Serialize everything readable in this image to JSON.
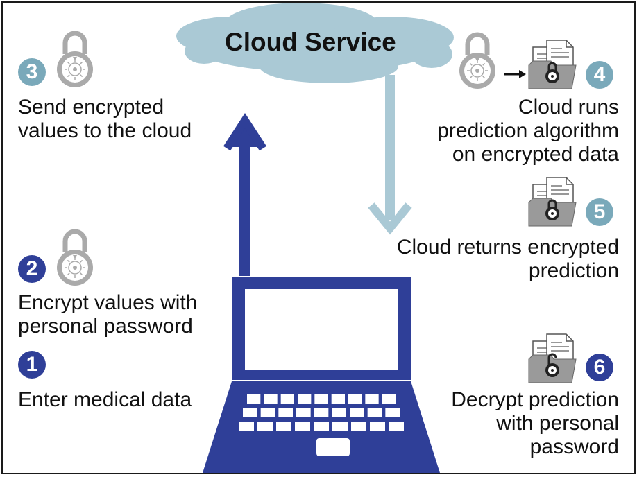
{
  "title": "Cloud Service",
  "colors": {
    "dark_blue": "#2f3f98",
    "light_blue": "#aac9d5",
    "badge_light": "#7aa9ba",
    "lock_gray": "#aaaaaa",
    "folder_gray": "#9a9a9a"
  },
  "icons": [
    "cloud-icon",
    "padlock-icon",
    "encrypted-file-icon",
    "decrypted-file-icon",
    "laptop-icon",
    "up-arrow-icon",
    "down-arrow-icon",
    "right-arrow-icon"
  ],
  "steps": [
    {
      "number": "1",
      "lines": [
        "Enter medical data"
      ]
    },
    {
      "number": "2",
      "lines": [
        "Encrypt values with",
        "personal password"
      ]
    },
    {
      "number": "3",
      "lines": [
        "Send encrypted",
        "values to the cloud"
      ]
    },
    {
      "number": "4",
      "lines": [
        "Cloud runs",
        "prediction algorithm",
        "on encrypted data"
      ]
    },
    {
      "number": "5",
      "lines": [
        "Cloud returns encrypted",
        "prediction"
      ]
    },
    {
      "number": "6",
      "lines": [
        "Decrypt prediction",
        "with personal",
        "password"
      ]
    }
  ]
}
